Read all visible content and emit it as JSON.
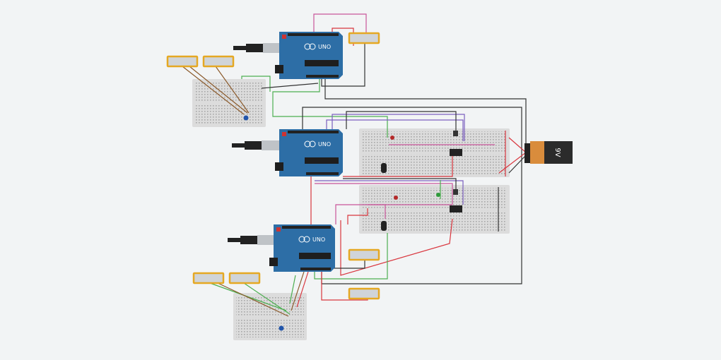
{
  "canvas": {
    "background": "#f2f4f5"
  },
  "battery": {
    "label": "9V",
    "body_color": "#2b2b2b",
    "cap_color": "#d98c3c"
  },
  "arduinos": [
    {
      "board_label": "UNO"
    },
    {
      "board_label": "UNO"
    },
    {
      "board_label": "UNO"
    }
  ],
  "colors": {
    "arduino": "#2d6ea6",
    "breadboard": "#dcdcdc",
    "sensor_frame": "#e5a823",
    "wire_red": "#d9363e",
    "wire_green": "#4caf50",
    "wire_black": "#333333",
    "wire_pink": "#c9559a",
    "wire_purple": "#7b5fbf",
    "wire_brown": "#8b5a2b"
  }
}
